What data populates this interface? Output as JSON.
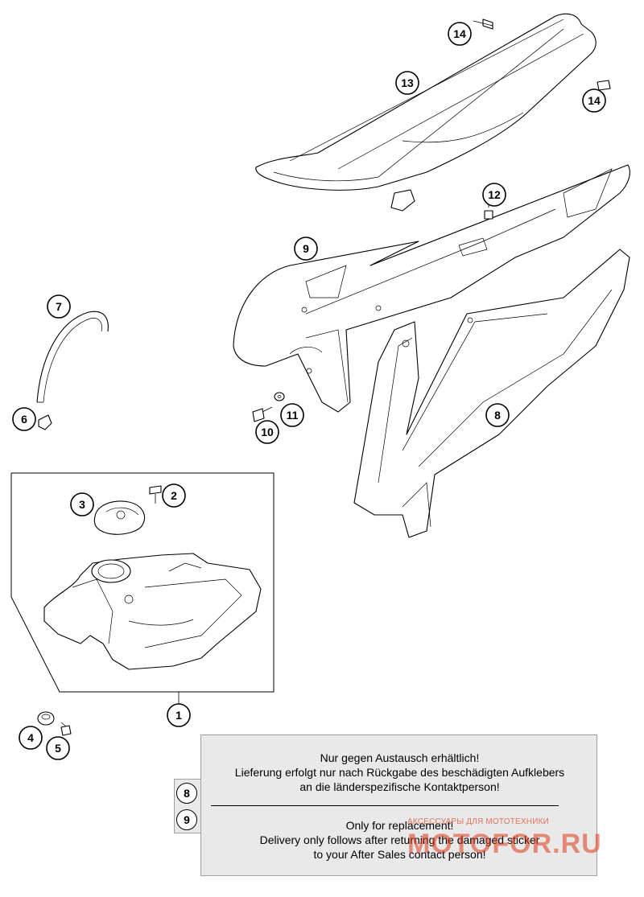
{
  "callouts": {
    "c1": "1",
    "c2": "2",
    "c3": "3",
    "c4": "4",
    "c5": "5",
    "c6": "6",
    "c7": "7",
    "c8": "8",
    "c9": "9",
    "c10": "10",
    "c11": "11",
    "c12": "12",
    "c13": "13",
    "c14a": "14",
    "c14b": "14"
  },
  "note": {
    "tabs": [
      "8",
      "9"
    ],
    "de_line1": "Nur gegen Austausch erhältlich!",
    "de_line2": "Lieferung erfolgt nur nach Rückgabe des beschädigten Aufklebers",
    "de_line3": "an die länderspezifische Kontaktperson!",
    "en_line1": "Only for replacement!",
    "en_line2": "Delivery only follows after returning the damaged sticker",
    "en_line3": "to your After Sales contact person!"
  },
  "watermark": {
    "tagline": "АКСЕССУАРЫ ДЛЯ МОТОТЕХНИКИ",
    "logo": "MOTOFOR.RU"
  }
}
